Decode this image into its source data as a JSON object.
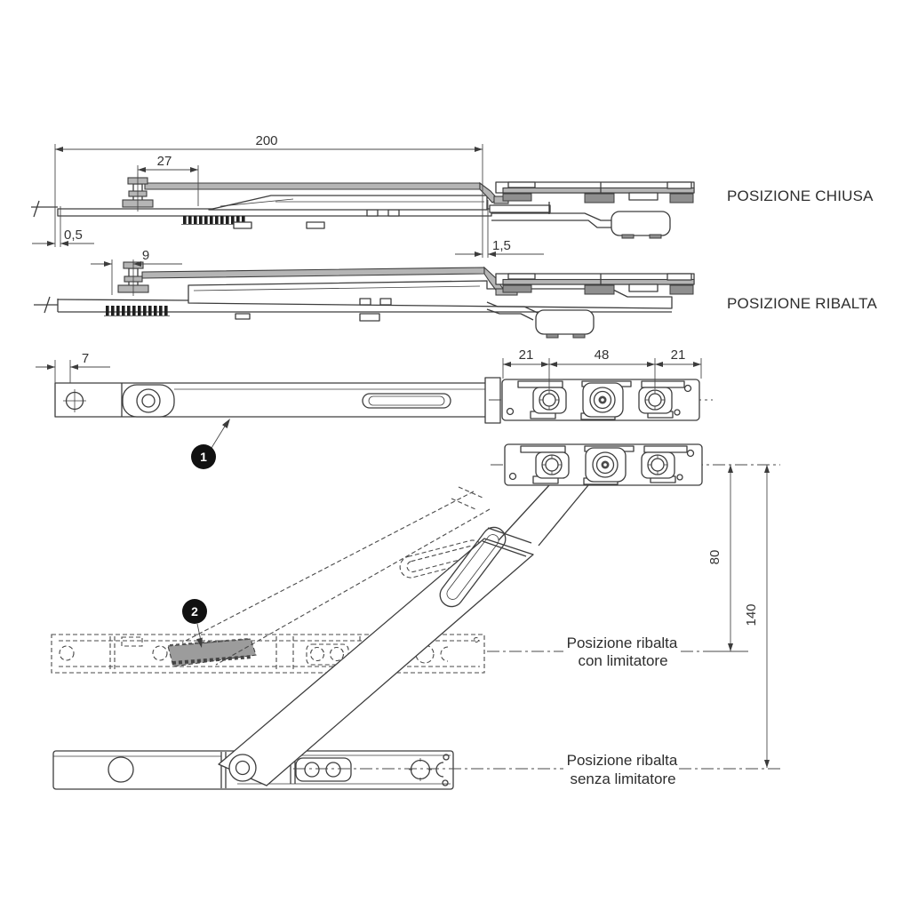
{
  "diagram": {
    "labels": {
      "posizione_chiusa": "POSIZIONE CHIUSA",
      "posizione_ribalta": "POSIZIONE RIBALTA",
      "ribalta_con_limitatore": [
        "Posizione ribalta",
        "con limitatore"
      ],
      "ribalta_senza_limitatore": [
        "Posizione ribalta",
        "senza limitatore"
      ]
    },
    "dimensions": {
      "overall_length": "200",
      "pin_to_slider": "27",
      "gap_left": "0,5",
      "gap_right": "1,5",
      "tilt_offset": "9",
      "end_cap": "7",
      "plate_left": "21",
      "plate_middle": "48",
      "plate_right": "21",
      "height_with_limiter": "80",
      "height_without_limiter": "140"
    },
    "balloons": {
      "item1": "1",
      "item2": "2"
    },
    "colors": {
      "line": "#3d3d3d",
      "shade": "#b5b5b5",
      "limiter": "#9c9c9c",
      "balloon": "#111111",
      "background": "#ffffff"
    }
  }
}
